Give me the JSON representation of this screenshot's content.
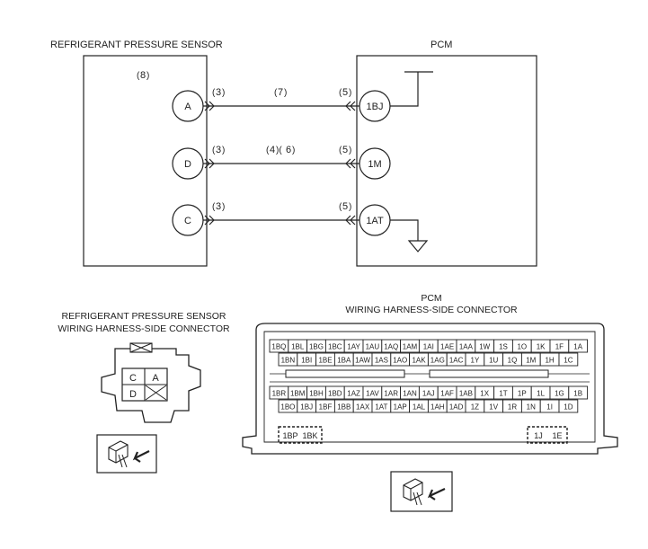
{
  "schematic": {
    "sensor_title": "REFRIGERANT PRESSURE SENSOR",
    "pcm_title": "PCM",
    "sensor_note": "8",
    "rows": [
      {
        "sensor_pin": "A",
        "pcm_pin": "1BJ",
        "left_note": "3",
        "mid_note": "7",
        "right_note": "5",
        "pcm_end": "ground-bus"
      },
      {
        "sensor_pin": "D",
        "pcm_pin": "1M",
        "left_note": "3",
        "mid_note": "4",
        "mid_note2": "6",
        "right_note": "5",
        "pcm_end": "none"
      },
      {
        "sensor_pin": "C",
        "pcm_pin": "1AT",
        "left_note": "3",
        "mid_note": "",
        "right_note": "5",
        "pcm_end": "ground"
      }
    ]
  },
  "sensor_connector": {
    "title_line1": "REFRIGERANT PRESSURE SENSOR",
    "title_line2": "WIRING HARNESS-SIDE CONNECTOR",
    "cells": [
      "C",
      "A",
      "D",
      "X"
    ]
  },
  "pcm_connector": {
    "title_line1": "PCM",
    "title_line2": "WIRING HARNESS-SIDE CONNECTOR",
    "upper_row1": [
      "1BQ",
      "1BL",
      "1BG",
      "1BC",
      "1AY",
      "1AU",
      "1AQ",
      "1AM",
      "1AI",
      "1AE",
      "1AA",
      "1W",
      "1S",
      "1O",
      "1K",
      "1F",
      "1A"
    ],
    "upper_row2": [
      "1BN",
      "1BI",
      "1BE",
      "1BA",
      "1AW",
      "1AS",
      "1AO",
      "1AK",
      "1AG",
      "1AC",
      "1Y",
      "1U",
      "1Q",
      "1M",
      "1H",
      "1C"
    ],
    "lower_row1": [
      "1BR",
      "1BM",
      "1BH",
      "1BD",
      "1AZ",
      "1AV",
      "1AR",
      "1AN",
      "1AJ",
      "1AF",
      "1AB",
      "1X",
      "1T",
      "1P",
      "1L",
      "1G",
      "1B"
    ],
    "lower_row2": [
      "1BO",
      "1BJ",
      "1BF",
      "1BB",
      "1AX",
      "1AT",
      "1AP",
      "1AL",
      "1AH",
      "1AD",
      "1Z",
      "1V",
      "1R",
      "1N",
      "1I",
      "1D"
    ],
    "left_special": [
      "1BP",
      "1BK"
    ],
    "right_special": [
      "1J",
      "1E"
    ]
  },
  "colors": {
    "line": "#222222",
    "background": "#ffffff"
  }
}
